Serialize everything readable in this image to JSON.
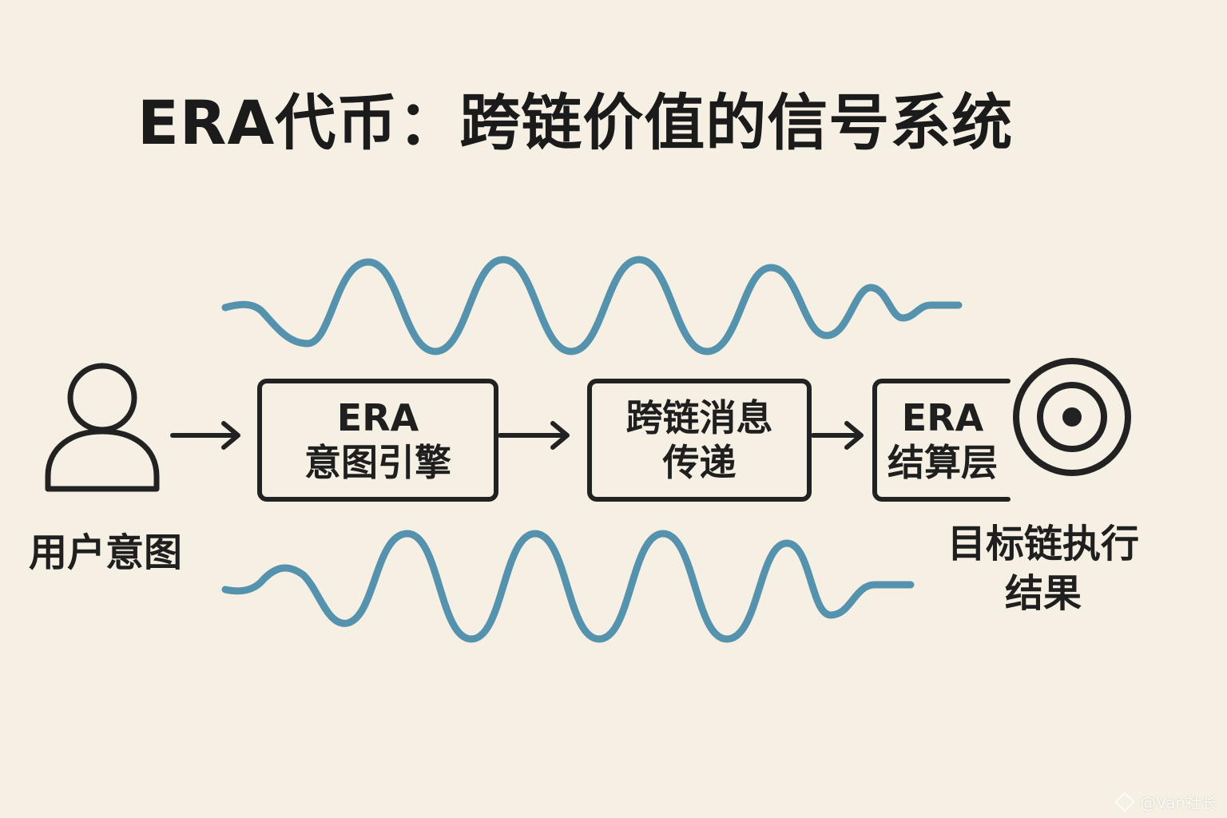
{
  "title": "ERA代币：跨链价值的信号系统",
  "nodes": {
    "user": {
      "label": "用户意图"
    },
    "engine": {
      "line1": "ERA",
      "line2": "意图引擎"
    },
    "message": {
      "line1": "跨链消息",
      "line2": "传递"
    },
    "settlement": {
      "line1": "ERA",
      "line2": "结算层"
    },
    "target": {
      "line1": "目标链执行",
      "line2": "结果"
    }
  },
  "watermark": {
    "text": "@Van社长"
  },
  "colors": {
    "background": "#f6f0e4",
    "ink": "#222222",
    "wave": "#5592ad"
  },
  "icons": [
    "user-icon",
    "target-icon",
    "arrow-right-icon"
  ]
}
